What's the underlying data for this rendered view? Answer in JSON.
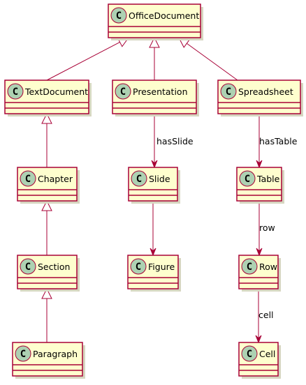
{
  "classes": [
    {
      "id": "office",
      "name": "OfficeDocument",
      "stereotype": "C"
    },
    {
      "id": "text",
      "name": "TextDocument",
      "stereotype": "C"
    },
    {
      "id": "pres",
      "name": "Presentation",
      "stereotype": "C"
    },
    {
      "id": "sheet",
      "name": "Spreadsheet",
      "stereotype": "C"
    },
    {
      "id": "chapter",
      "name": "Chapter",
      "stereotype": "C"
    },
    {
      "id": "slide",
      "name": "Slide",
      "stereotype": "C"
    },
    {
      "id": "table",
      "name": "Table",
      "stereotype": "C"
    },
    {
      "id": "section",
      "name": "Section",
      "stereotype": "C"
    },
    {
      "id": "figure",
      "name": "Figure",
      "stereotype": "C"
    },
    {
      "id": "row",
      "name": "Row",
      "stereotype": "C"
    },
    {
      "id": "paragraph",
      "name": "Paragraph",
      "stereotype": "C"
    },
    {
      "id": "cell",
      "name": "Cell",
      "stereotype": "C"
    }
  ],
  "relations": [
    {
      "from": "text",
      "to": "office",
      "kind": "inheritance",
      "label": ""
    },
    {
      "from": "pres",
      "to": "office",
      "kind": "inheritance",
      "label": ""
    },
    {
      "from": "sheet",
      "to": "office",
      "kind": "inheritance",
      "label": ""
    },
    {
      "from": "chapter",
      "to": "text",
      "kind": "inheritance",
      "label": ""
    },
    {
      "from": "section",
      "to": "chapter",
      "kind": "inheritance",
      "label": ""
    },
    {
      "from": "paragraph",
      "to": "section",
      "kind": "inheritance",
      "label": ""
    },
    {
      "from": "pres",
      "to": "slide",
      "kind": "association",
      "label": "hasSlide"
    },
    {
      "from": "slide",
      "to": "figure",
      "kind": "association",
      "label": ""
    },
    {
      "from": "sheet",
      "to": "table",
      "kind": "association",
      "label": "hasTable"
    },
    {
      "from": "table",
      "to": "row",
      "kind": "association",
      "label": "row"
    },
    {
      "from": "row",
      "to": "cell",
      "kind": "association",
      "label": "cell"
    }
  ],
  "colors": {
    "box_fill": "#fefece",
    "border": "#a80036",
    "stereotype_circle": "#add1b2"
  }
}
